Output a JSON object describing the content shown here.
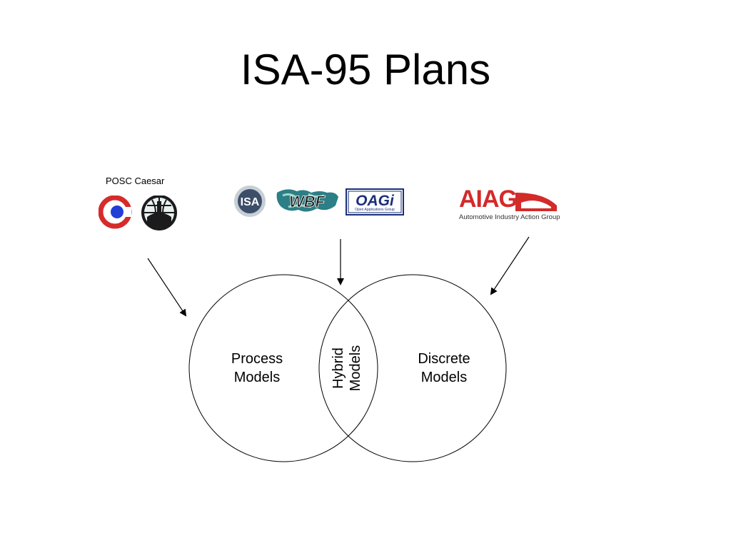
{
  "title": "ISA-95 Plans",
  "posc": {
    "label": "POSC Caesar",
    "logo_icon": "posc-caesar-c-icon",
    "globe_icon": "posc-globe-icon"
  },
  "standards_logos": {
    "isa": "ISA",
    "wbf": "WBF",
    "oagi": "OAGi",
    "oagi_sub": "Open Applications Group"
  },
  "aiag": {
    "name": "AIAG",
    "sub": "Automotive Industry Action Group"
  },
  "venn": {
    "left": {
      "line1": "Process",
      "line2": "Models"
    },
    "right": {
      "line1": "Discrete",
      "line2": "Models"
    },
    "overlap": {
      "line1": "Hybrid",
      "line2": "Models"
    }
  },
  "colors": {
    "posc_red": "#d62b2b",
    "posc_blue": "#1f3fd6",
    "oagi_blue": "#1a2f7a",
    "aiag_red": "#d32a2a",
    "wbf_teal": "#2c7f86"
  }
}
